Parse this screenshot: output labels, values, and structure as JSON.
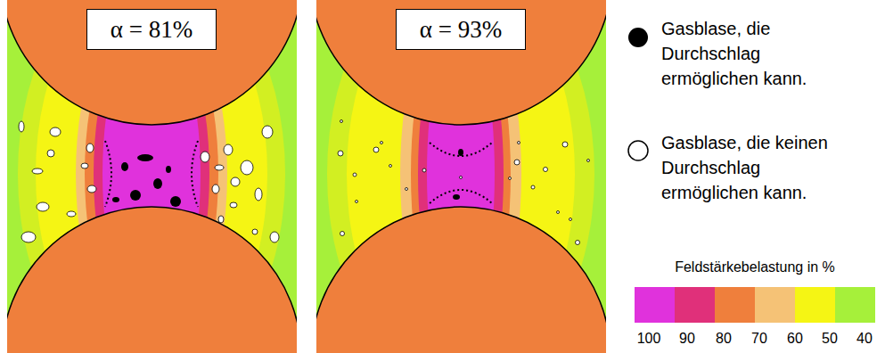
{
  "diagram": {
    "nodes": [
      {
        "text": [
          "α = 81%"
        ]
      },
      {
        "text": [
          "α = 93%"
        ]
      }
    ],
    "labels": [
      "Feldstärkebelastung in %",
      "100",
      "90",
      "80",
      "70",
      "60",
      "50",
      "40"
    ],
    "legend": [
      {
        "text": "Gasblase, die Durchschlag ermöglichen kann."
      },
      {
        "text": "Gasblase, die keinen Durchschlag ermöglichen kann."
      }
    ]
  }
}
